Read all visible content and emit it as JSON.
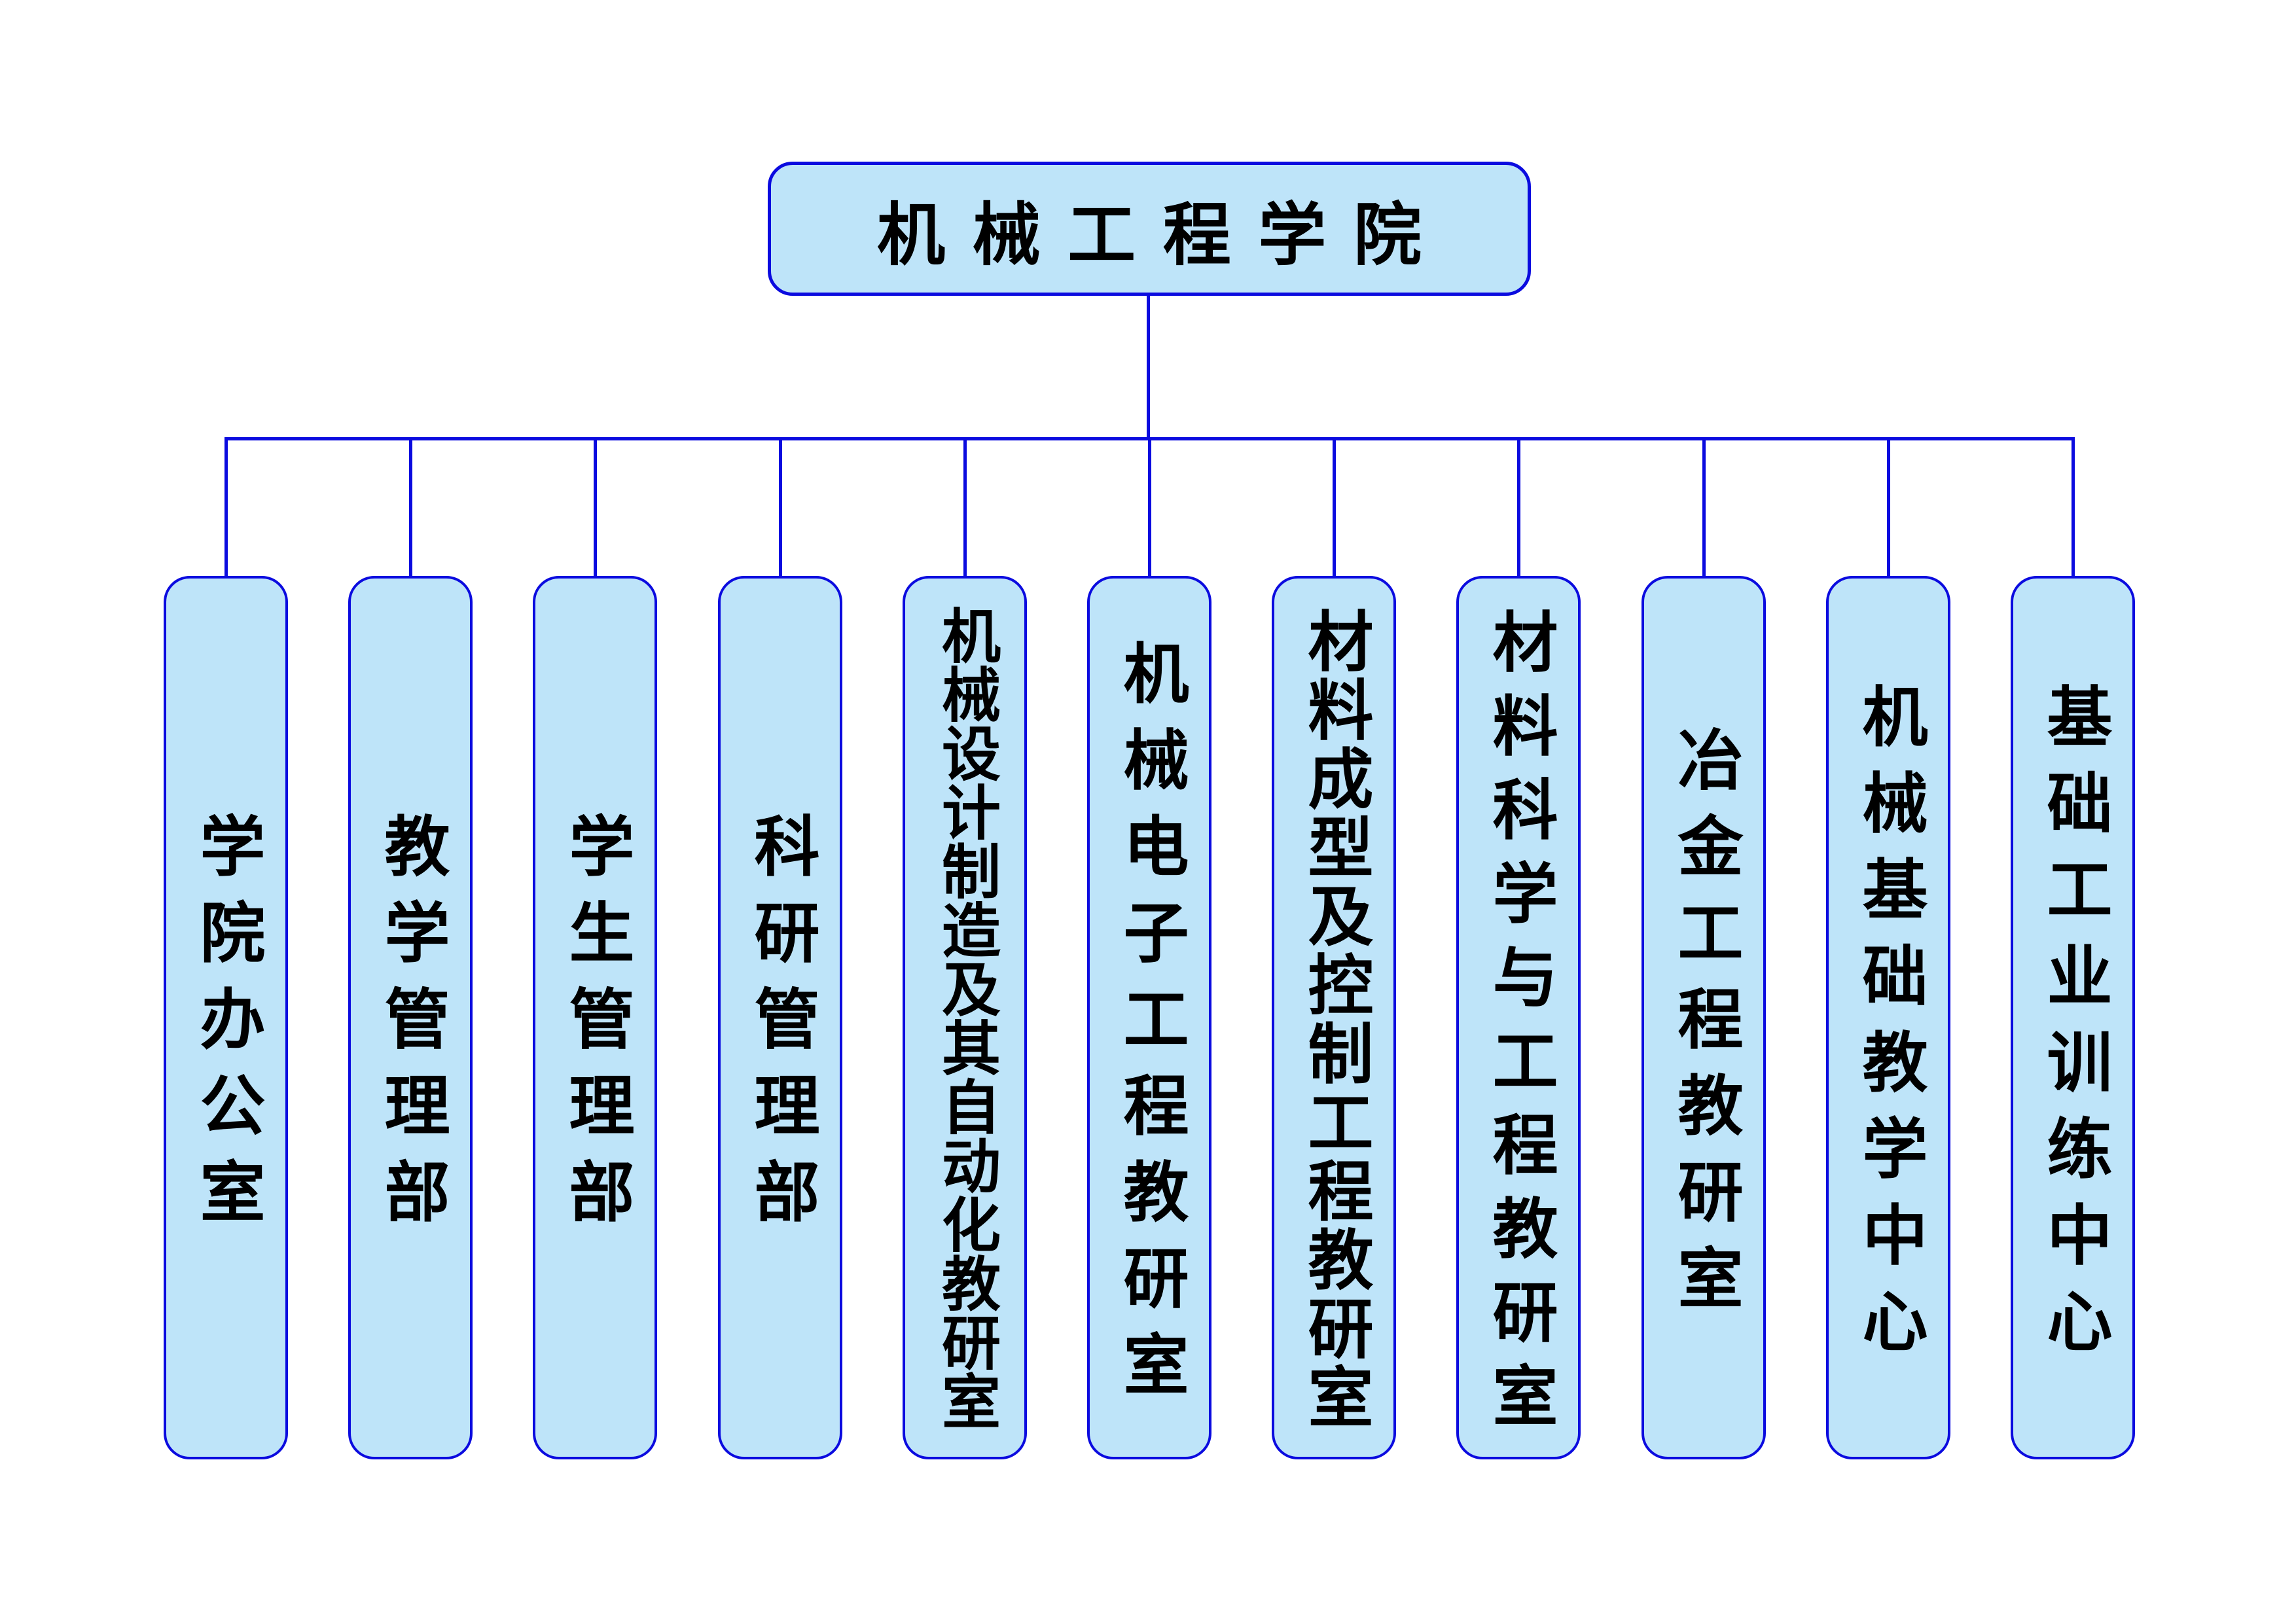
{
  "diagram": {
    "type": "org-chart",
    "title": "机械工程学院",
    "units": [
      {
        "label": "学院办公室"
      },
      {
        "label": "教学管理部"
      },
      {
        "label": "学生管理部"
      },
      {
        "label": "科研管理部"
      },
      {
        "label": "机械设计制造及其自动化教研室"
      },
      {
        "label": "机械电子工程教研室"
      },
      {
        "label": "材料成型及控制工程教研室"
      },
      {
        "label": "材料科学与工程教研室"
      },
      {
        "label": "冶金工程教研室"
      },
      {
        "label": "机械基础教学中心"
      },
      {
        "label": "基础工业训练中心"
      }
    ],
    "colors": {
      "box_fill": "#BEE4F9",
      "box_border": "#0B0BDF",
      "connector": "#0B0BDF",
      "text": "#000000",
      "background": "#FFFFFF"
    }
  }
}
